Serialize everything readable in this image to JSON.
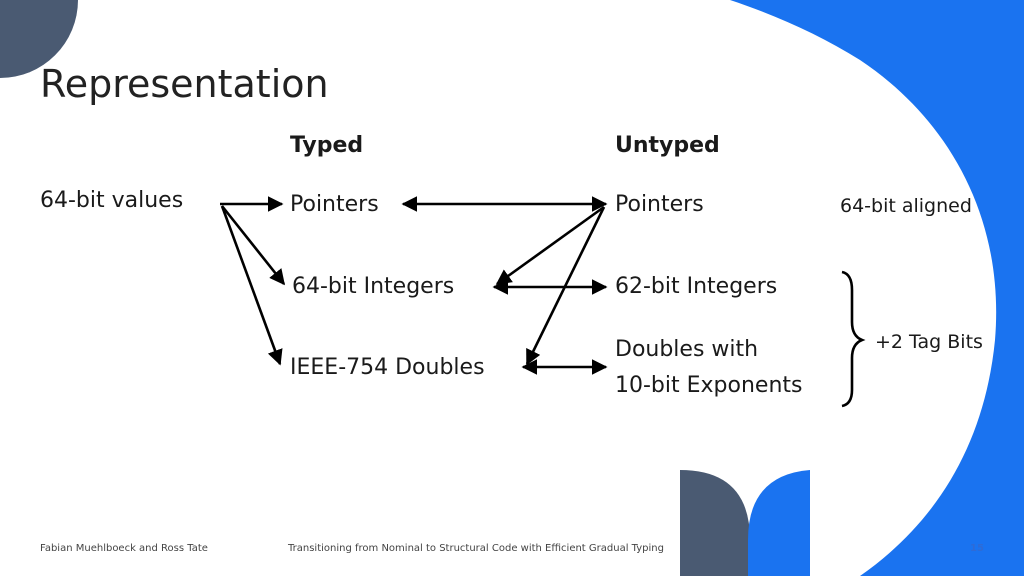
{
  "slide": {
    "title": "Representation",
    "column_typed": "Typed",
    "column_untyped": "Untyped",
    "source_label": "64-bit values",
    "typed_pointers": "Pointers",
    "typed_integers": "64-bit Integers",
    "typed_doubles": "IEEE-754 Doubles",
    "untyped_pointers": "Pointers",
    "untyped_integers": "62-bit Integers",
    "untyped_doubles_line1": "Doubles with",
    "untyped_doubles_line2": "10-bit Exponents",
    "note_aligned": "64-bit aligned",
    "note_tag_bits": "+2 Tag Bits"
  },
  "footer": {
    "authors": "Fabian Muehlboeck and Ross Tate",
    "talk_title": "Transitioning from Nominal to Structural Code with Efficient Gradual Typing",
    "page_number": "15"
  },
  "colors": {
    "accent_blue": "#1a73f0",
    "slate_gray": "#4a5a72",
    "arrow": "#000000"
  }
}
